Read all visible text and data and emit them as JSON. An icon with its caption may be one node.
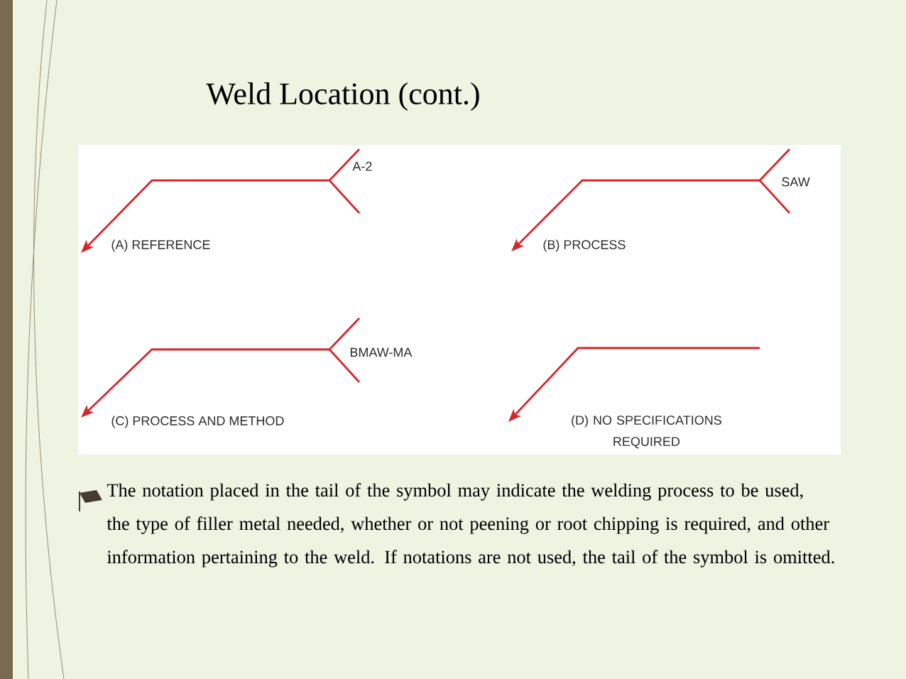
{
  "diagram": {
    "title": "Weld Location (cont.)",
    "labels": [
      "A-2",
      "SAW",
      "(A) REFERENCE",
      "(B) PROCESS",
      "BMAW-MA",
      "(C) PROCESS AND METHOD",
      "(D) NO SPECIFICATIONS REQUIRED",
      "The notation placed in the tail of the symbol may indicate the welding process to be used, the type of filler metal needed, whether or not peening or root chipping is required, and other information pertaining to the weld. If notations are not used, the tail of the symbol is omitted."
    ]
  }
}
